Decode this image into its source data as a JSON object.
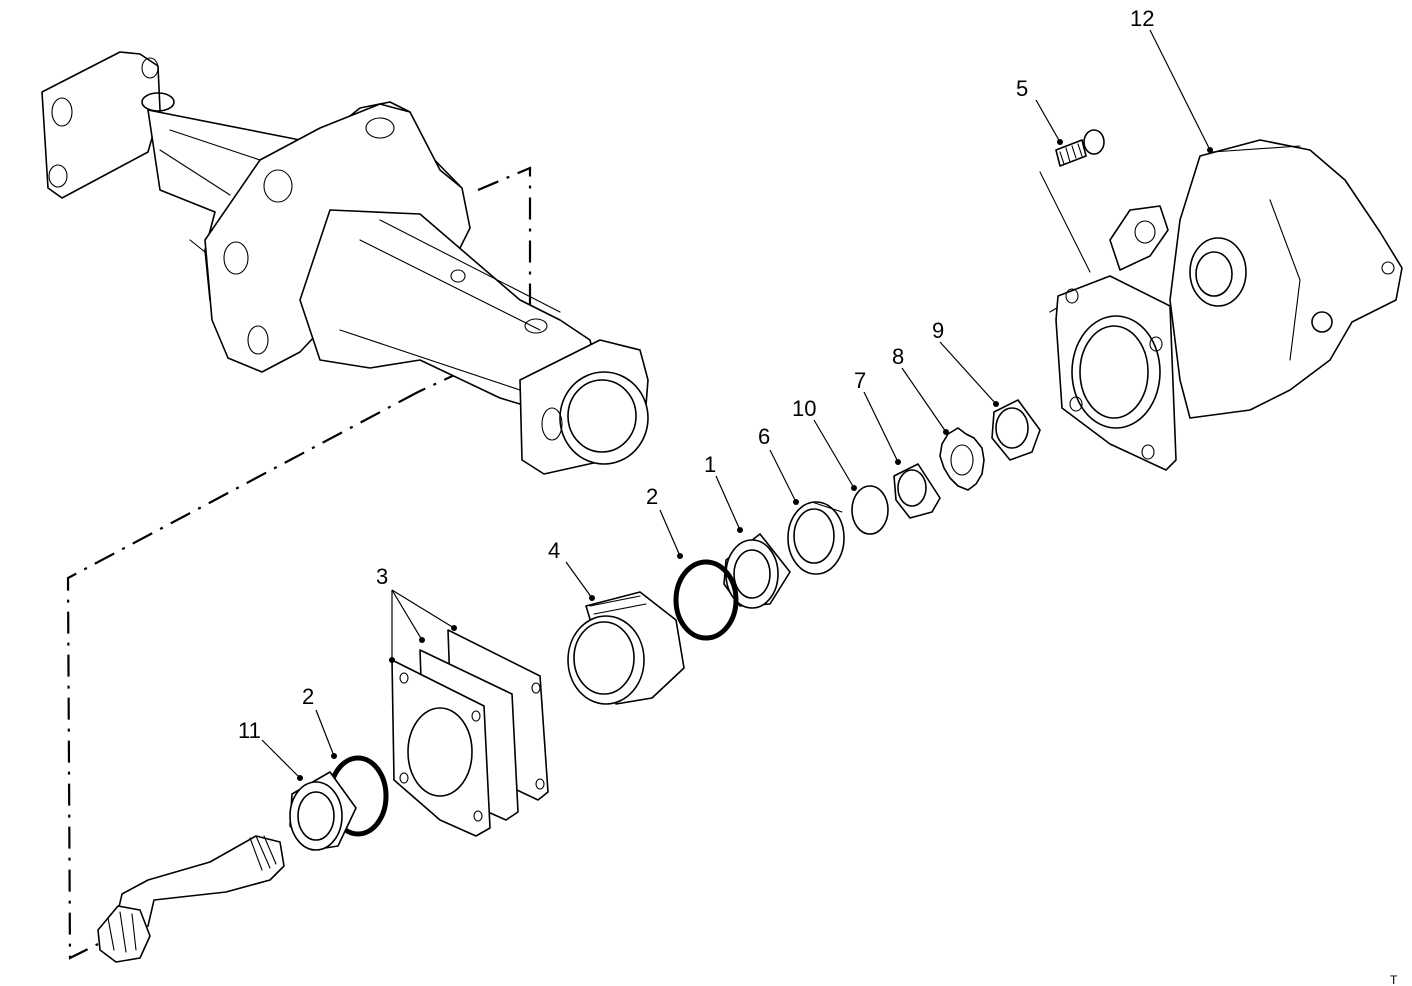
{
  "diagram": {
    "callouts": {
      "c1": "1",
      "c2a": "2",
      "c2b": "2",
      "c3": "3",
      "c4": "4",
      "c5": "5",
      "c6": "6",
      "c7": "7",
      "c8": "8",
      "c9": "9",
      "c10": "10",
      "c11": "11",
      "c12": "12"
    },
    "corner_mark": "T"
  }
}
